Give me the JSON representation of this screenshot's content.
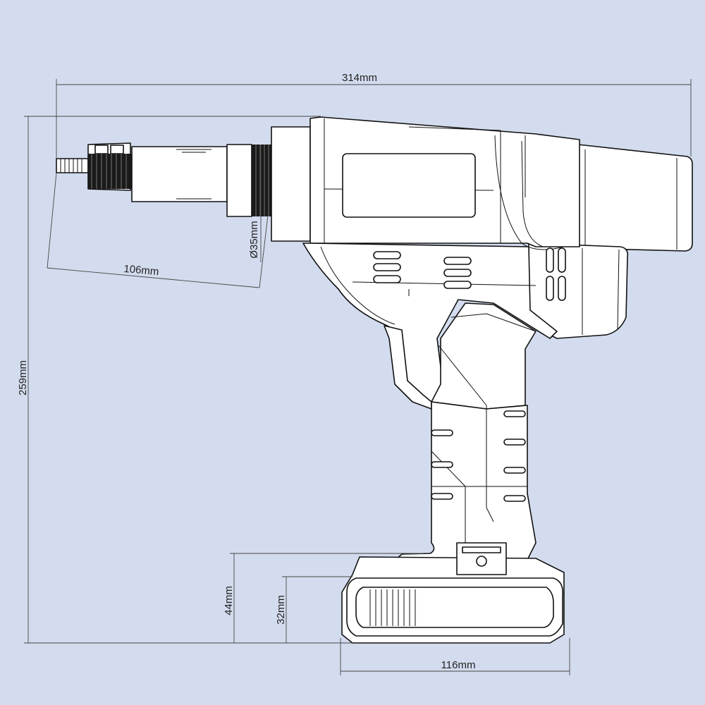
{
  "diagram": {
    "background_color": "#d3dcee",
    "subject": "cordless-rivet-gun-side-view",
    "dimensions": {
      "total_length": "314mm",
      "total_height": "259mm",
      "nose_length": "106mm",
      "nose_diameter": "Ø35mm",
      "battery_height": "44mm",
      "battery_body_height": "32mm",
      "battery_length": "116mm"
    }
  }
}
